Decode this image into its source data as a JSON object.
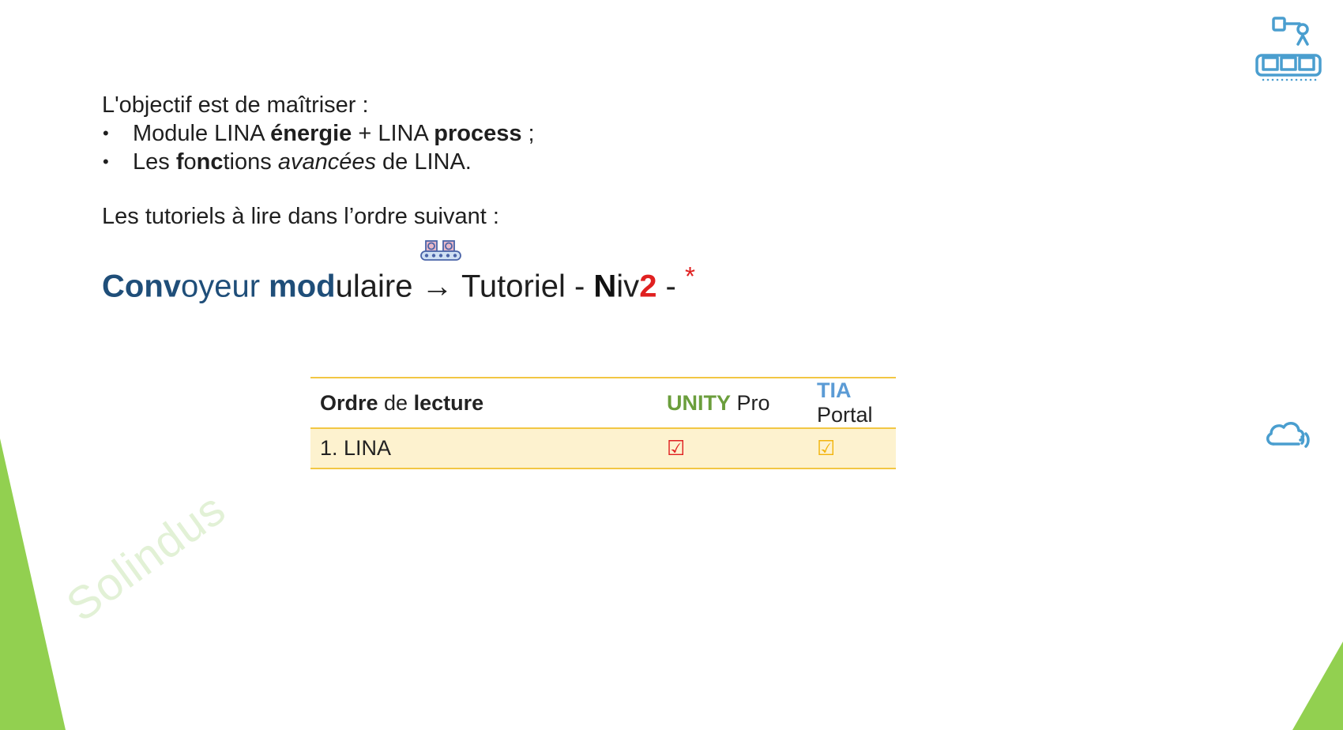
{
  "intro": {
    "objective_line": "L'objectif est de maîtriser :",
    "bullets": [
      {
        "marker": "•",
        "part1": "Module LINA ",
        "part2_bold": "énergie",
        "part3": " + LINA ",
        "part4_bold": "process",
        "part5": " ;"
      },
      {
        "marker": "•",
        "part1": "Les ",
        "part2_bold": "f",
        "part3": "o",
        "part4_bold": "nc",
        "part5": "tions ",
        "part6_italic": "avancées",
        "part7": " de LINA."
      }
    ],
    "tutorial_line": "Les tutoriels à lire dans l’ordre suivant :"
  },
  "title": {
    "conv_bold": "Conv",
    "conv_rest": "oyeur ",
    "mod_bold": "mod",
    "mod_rest": "ulaire",
    "arrow": " → Tutoriel - ",
    "niv_bold": "N",
    "niv_rest": "iv",
    "level": "2",
    "dash": " - ",
    "star": "*"
  },
  "table": {
    "header": {
      "order_bold1": "Ordre",
      "order_mid": " de ",
      "order_bold2": "lecture",
      "unity_bold": "UNITY",
      "unity_rest": " Pro",
      "tia_bold": "TIA",
      "tia_rest": " Portal"
    },
    "rows": [
      {
        "label": "1. LINA",
        "unity_check": "☑",
        "tia_check": "☑"
      }
    ]
  },
  "watermark": "Solindus",
  "icons": {
    "top_right": "robot-conveyor-icon",
    "mid_right": "cloud-wireless-icon",
    "title_deco": "conveyor-icon"
  },
  "colors": {
    "accent_green": "#92d050",
    "title_blue": "#1f4e79",
    "level_red": "#e02020",
    "table_yellow": "#f2c744",
    "icon_blue": "#4a9ecf"
  }
}
